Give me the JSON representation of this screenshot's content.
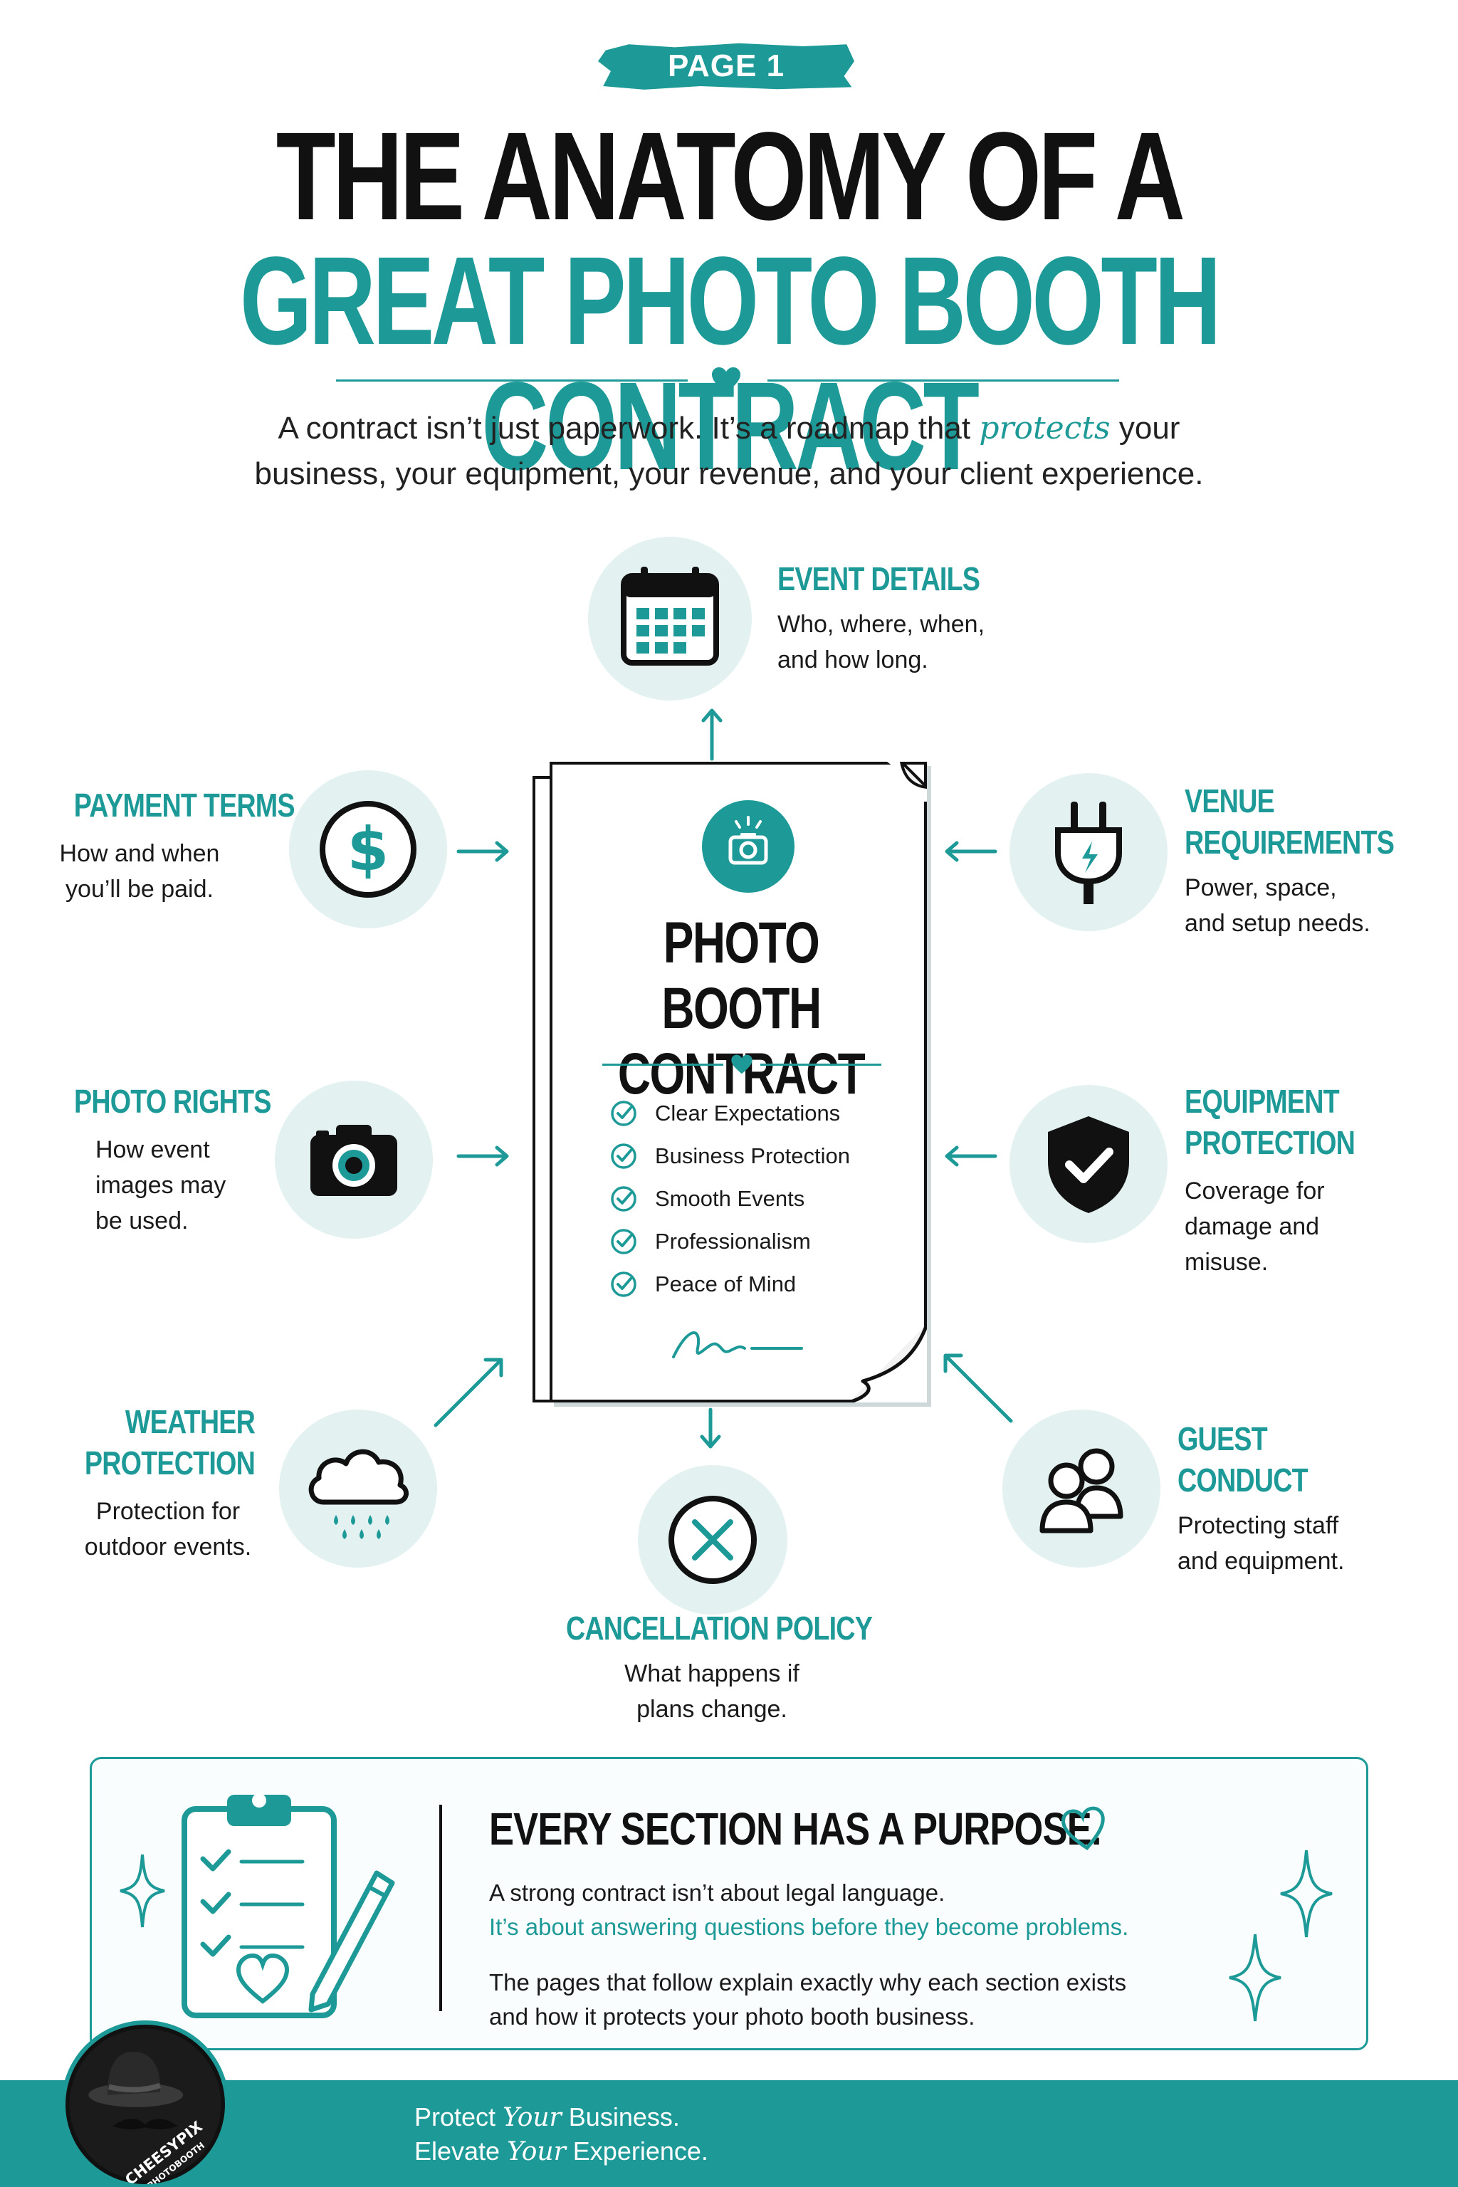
{
  "colors": {
    "accent": "#1d9a97",
    "dark": "#111111",
    "light": "#e3f1f1"
  },
  "page_badge": "PAGE 1",
  "title": {
    "line1": "THE ANATOMY OF A",
    "line2": "GREAT PHOTO BOOTH CONTRACT"
  },
  "subtitle": {
    "part1": "A contract isn’t just paperwork. It’s a roadmap that ",
    "emphasis": "protects",
    "part2": " your",
    "line2": "business, your equipment, your revenue, and your client experience."
  },
  "contract": {
    "title_line1": "PHOTO BOOTH",
    "title_line2": "CONTRACT",
    "items": [
      "Clear Expectations",
      "Business Protection",
      "Smooth Events",
      "Professionalism",
      "Peace of Mind"
    ]
  },
  "sections": {
    "event_details": {
      "title": "EVENT DETAILS",
      "desc1": "Who, where, when,",
      "desc2": "and how long.",
      "icon": "calendar-icon"
    },
    "payment_terms": {
      "title": "PAYMENT TERMS",
      "desc1": "How and when",
      "desc2": "you’ll be paid.",
      "icon": "dollar-icon"
    },
    "venue_requirements": {
      "title1": "VENUE",
      "title2": "REQUIREMENTS",
      "desc1": "Power, space,",
      "desc2": "and setup needs.",
      "icon": "plug-icon"
    },
    "photo_rights": {
      "title": "PHOTO RIGHTS",
      "desc1": "How event",
      "desc2": "images may",
      "desc3": "be used.",
      "icon": "camera-icon"
    },
    "equipment_protection": {
      "title1": "EQUIPMENT",
      "title2": "PROTECTION",
      "desc1": "Coverage for",
      "desc2": "damage and",
      "desc3": "misuse.",
      "icon": "shield-check-icon"
    },
    "weather_protection": {
      "title1": "WEATHER",
      "title2": "PROTECTION",
      "desc1": "Protection for",
      "desc2": "outdoor events.",
      "icon": "rain-cloud-icon"
    },
    "cancellation_policy": {
      "title": "CANCELLATION POLICY",
      "desc1": "What happens if",
      "desc2": "plans change.",
      "icon": "x-circle-icon"
    },
    "guest_conduct": {
      "title1": "GUEST",
      "title2": "CONDUCT",
      "desc1": "Protecting staff",
      "desc2": "and equipment.",
      "icon": "people-icon"
    }
  },
  "purpose": {
    "title": "EVERY SECTION HAS A PURPOSE.",
    "line1": "A strong contract isn’t about legal language.",
    "line2": "It’s about answering questions before they become problems.",
    "line3": "The pages that follow explain exactly why each section exists",
    "line4": "and how it protects your photo booth business."
  },
  "footer": {
    "line1_a": "Protect ",
    "line1_script": "Your",
    "line1_b": " Business.",
    "line2_a": "Elevate ",
    "line2_script": "Your",
    "line2_b": " Experience."
  },
  "logo": {
    "text1": "CHEESYPIX",
    "text2": "PHOTOBOOTH"
  }
}
